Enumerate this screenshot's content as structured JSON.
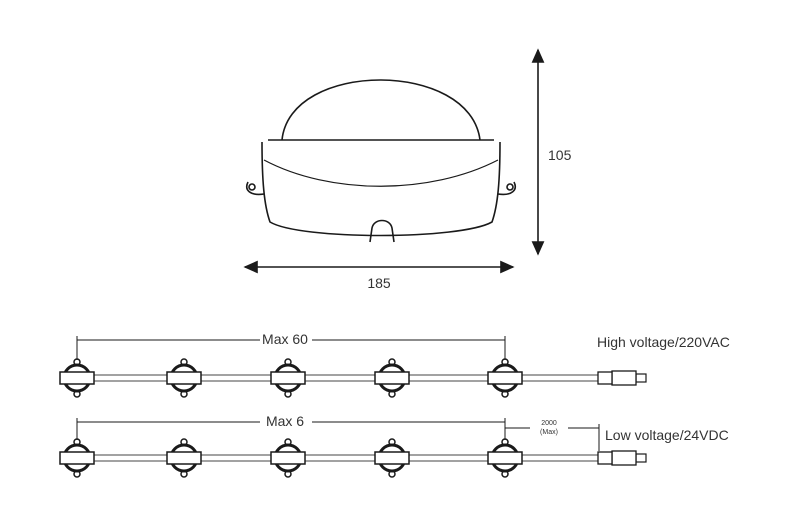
{
  "dimensions": {
    "width_label": "185",
    "height_label": "105"
  },
  "strings": [
    {
      "name": "high-voltage",
      "max_label": "Max 60",
      "voltage_label": "High voltage/220VAC",
      "node_count": 5
    },
    {
      "name": "low-voltage",
      "max_label": "Max 6",
      "voltage_label": "Low voltage/24VDC",
      "node_count": 5,
      "lead_length": "2000",
      "lead_note": "(Max)"
    }
  ],
  "colors": {
    "line": "#1a1a1a",
    "text": "#333333",
    "cable": "#9a9a9a"
  }
}
